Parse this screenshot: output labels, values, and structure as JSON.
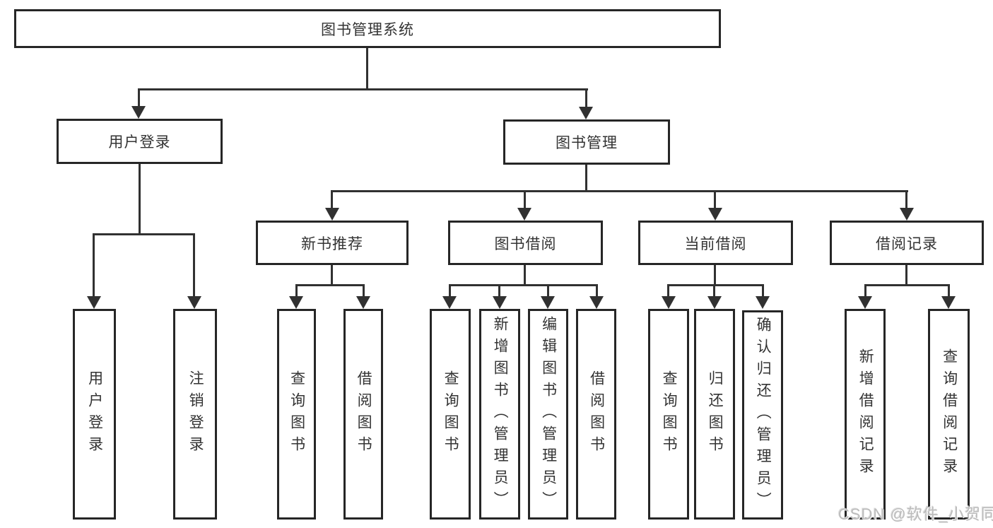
{
  "diagram": {
    "title": "图书管理系统",
    "type": "hierarchy-tree",
    "colors": {
      "line": "#313131",
      "box_border": "#262626",
      "box_fill": "#ffffff",
      "text": "#333333",
      "watermark": "#bcbcbc"
    },
    "nodes": {
      "root": "图书管理系统",
      "user_login": "用户登录",
      "book_mgmt": "图书管理",
      "new_rec": "新书推荐",
      "book_borrow": "图书借阅",
      "cur_borrow": "当前借阅",
      "records": "借阅记录",
      "leaf_login": "用户登录",
      "leaf_logout": "注销登录",
      "leaf_rec_query": "查询图书",
      "leaf_rec_borrow": "借阅图书",
      "leaf_bb_query": "查询图书",
      "leaf_bb_add": "新增图书（管理员）",
      "leaf_bb_edit": "编辑图书（管理员）",
      "leaf_bb_borrow": "借阅图书",
      "leaf_cb_query": "查询图书",
      "leaf_cb_return": "归还图书",
      "leaf_cb_confirm": "确认归还（管理员）",
      "leaf_br_add": "新增借阅记录",
      "leaf_br_query": "查询借阅记录"
    },
    "edges": [
      [
        "图书管理系统",
        "用户登录"
      ],
      [
        "图书管理系统",
        "图书管理"
      ],
      [
        "用户登录",
        "用户登录(叶)"
      ],
      [
        "用户登录",
        "注销登录"
      ],
      [
        "图书管理",
        "新书推荐"
      ],
      [
        "图书管理",
        "图书借阅"
      ],
      [
        "图书管理",
        "当前借阅"
      ],
      [
        "图书管理",
        "借阅记录"
      ],
      [
        "新书推荐",
        "查询图书"
      ],
      [
        "新书推荐",
        "借阅图书"
      ],
      [
        "图书借阅",
        "查询图书"
      ],
      [
        "图书借阅",
        "新增图书（管理员）"
      ],
      [
        "图书借阅",
        "编辑图书（管理员）"
      ],
      [
        "图书借阅",
        "借阅图书"
      ],
      [
        "当前借阅",
        "查询图书"
      ],
      [
        "当前借阅",
        "归还图书"
      ],
      [
        "当前借阅",
        "确认归还（管理员）"
      ],
      [
        "借阅记录",
        "新增借阅记录"
      ],
      [
        "借阅记录",
        "查询借阅记录"
      ]
    ],
    "watermark": "CSDN @软件_小贺同学"
  }
}
